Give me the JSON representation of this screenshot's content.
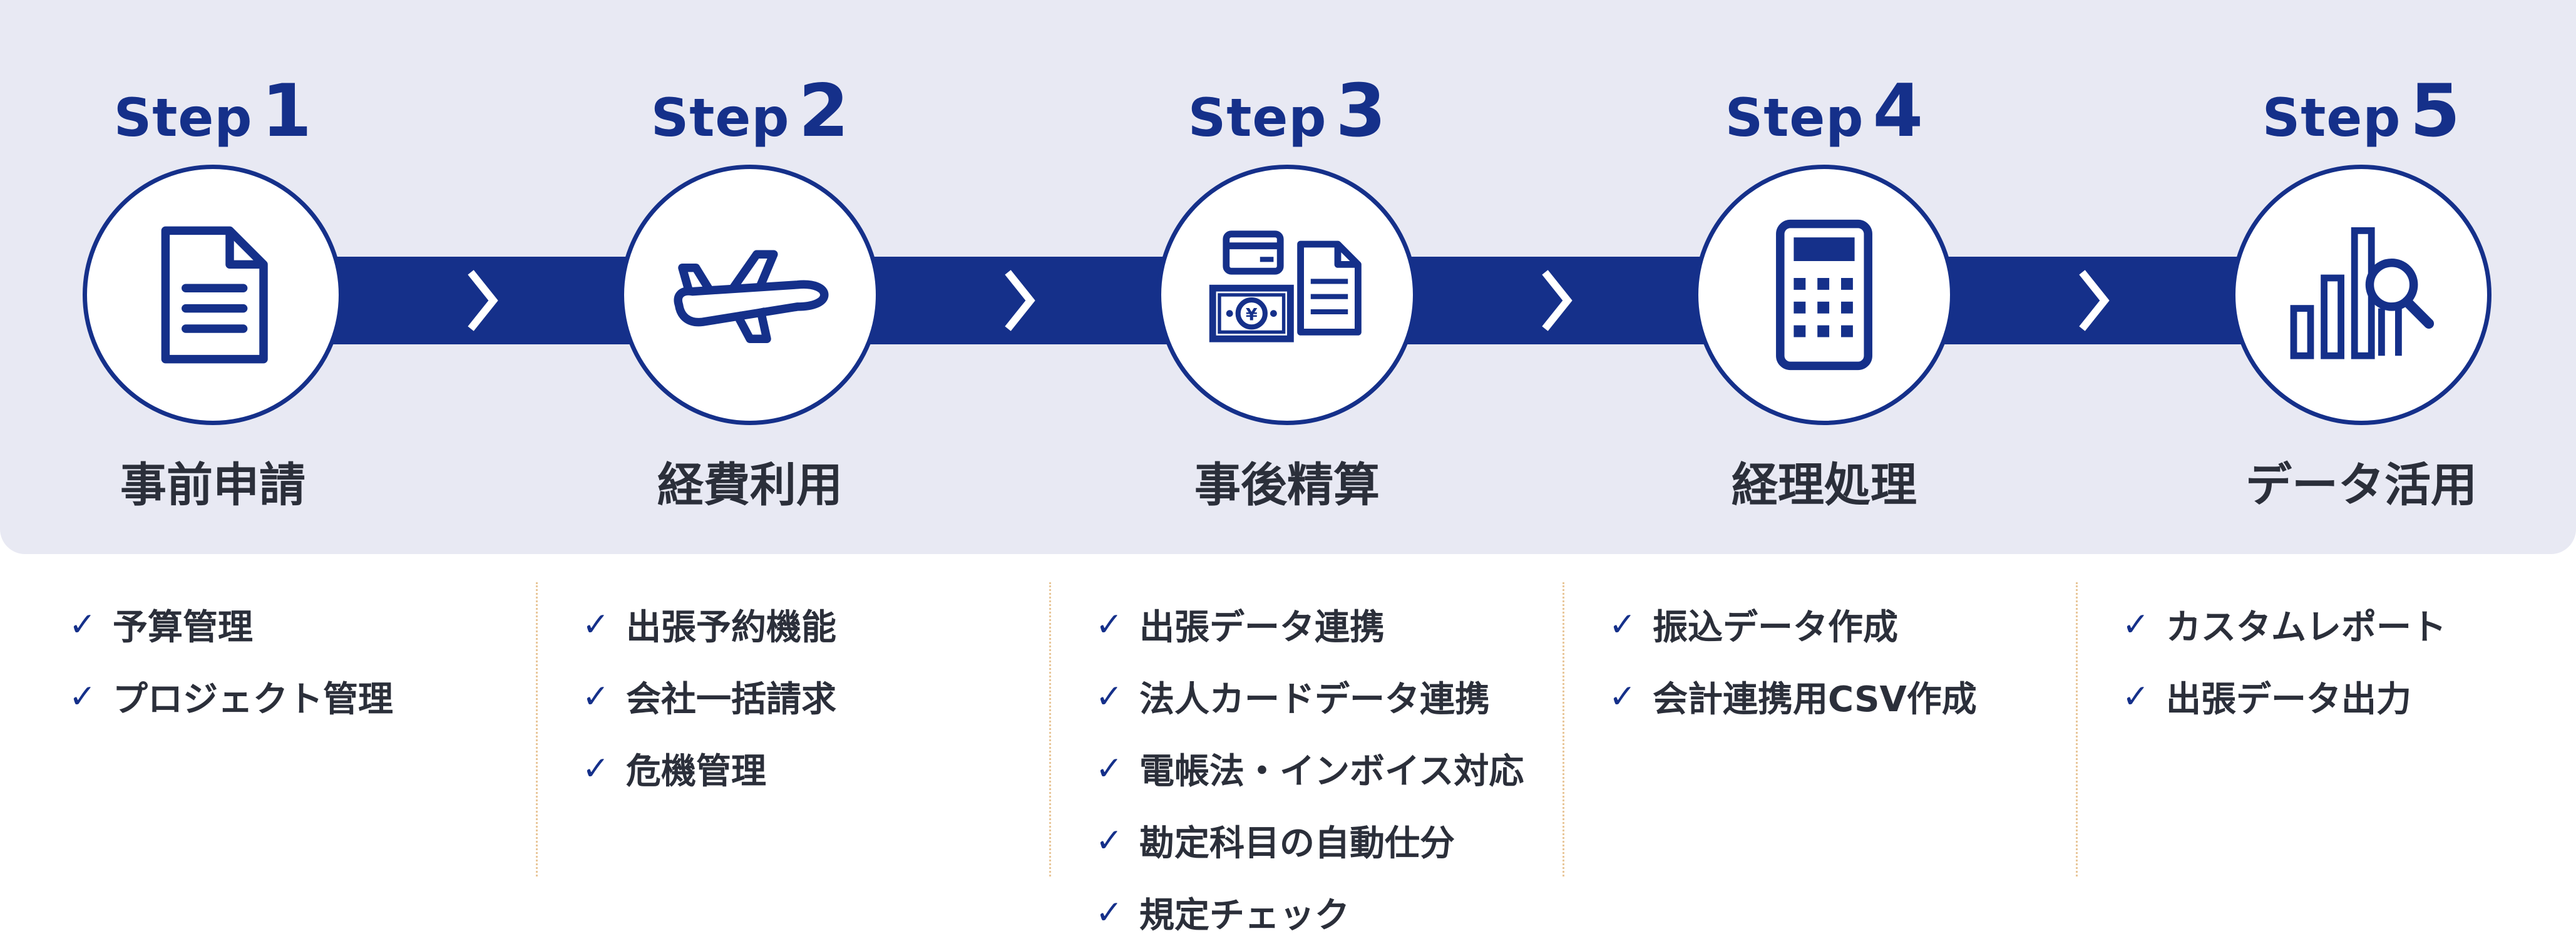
{
  "steps": [
    {
      "label": "Step",
      "number": "1",
      "title": "事前申請",
      "icon": "document-icon"
    },
    {
      "label": "Step",
      "number": "2",
      "title": "経費利用",
      "icon": "airplane-icon"
    },
    {
      "label": "Step",
      "number": "3",
      "title": "事後精算",
      "icon": "receipts-icon"
    },
    {
      "label": "Step",
      "number": "4",
      "title": "経理処理",
      "icon": "calculator-icon"
    },
    {
      "label": "Step",
      "number": "5",
      "title": "データ活用",
      "icon": "analytics-icon"
    }
  ],
  "features": [
    [
      "予算管理",
      "プロジェクト管理"
    ],
    [
      "出張予約機能",
      "会社一括請求",
      "危機管理"
    ],
    [
      "出張データ連携",
      "法人カードデータ連携",
      "電帳法・インボイス対応",
      "勘定科目の自動仕分",
      "規定チェック"
    ],
    [
      "振込データ作成",
      "会計連携用CSV作成"
    ],
    [
      "カスタムレポート",
      "出張データ出力"
    ]
  ],
  "check_mark": "✓",
  "colors": {
    "primary": "#15308a",
    "panel": "#e8e9f3",
    "text": "#2b2f3a",
    "divider": "#e9c79a"
  }
}
